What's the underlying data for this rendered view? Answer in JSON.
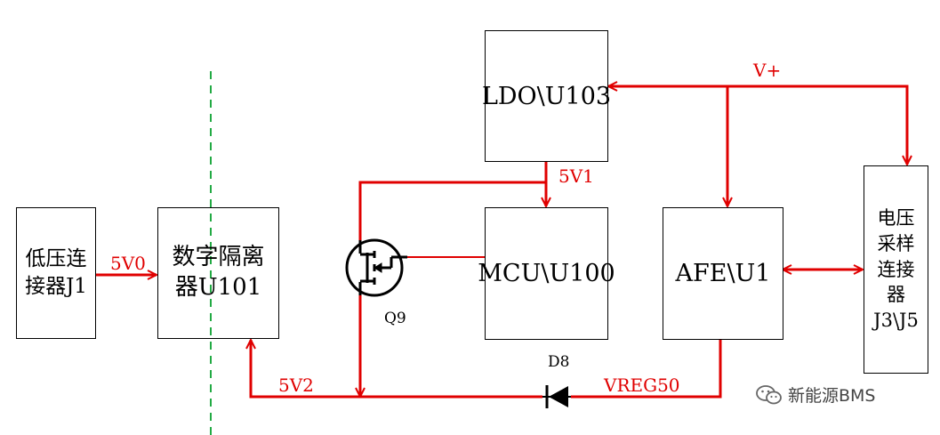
{
  "blocks": {
    "lv_connector": "低压连\n接器J1",
    "digital_isolator": "数字隔离\n器U101",
    "ldo": "LDO\\U103",
    "mcu": "MCU\\U100",
    "afe": "AFE\\U1",
    "voltage_sampling": "电压\n采样\n连接\n器\nJ3\\J5"
  },
  "nets": {
    "v0": "5V0",
    "v1": "5V1",
    "v2": "5V2",
    "vplus": "V+",
    "vreg": "VREG50"
  },
  "components": {
    "q9": "Q9",
    "d8": "D8"
  },
  "watermark": "新能源BMS",
  "colors": {
    "wire": "#e00000",
    "isolation_line": "#22aa44",
    "outline": "#000000"
  }
}
